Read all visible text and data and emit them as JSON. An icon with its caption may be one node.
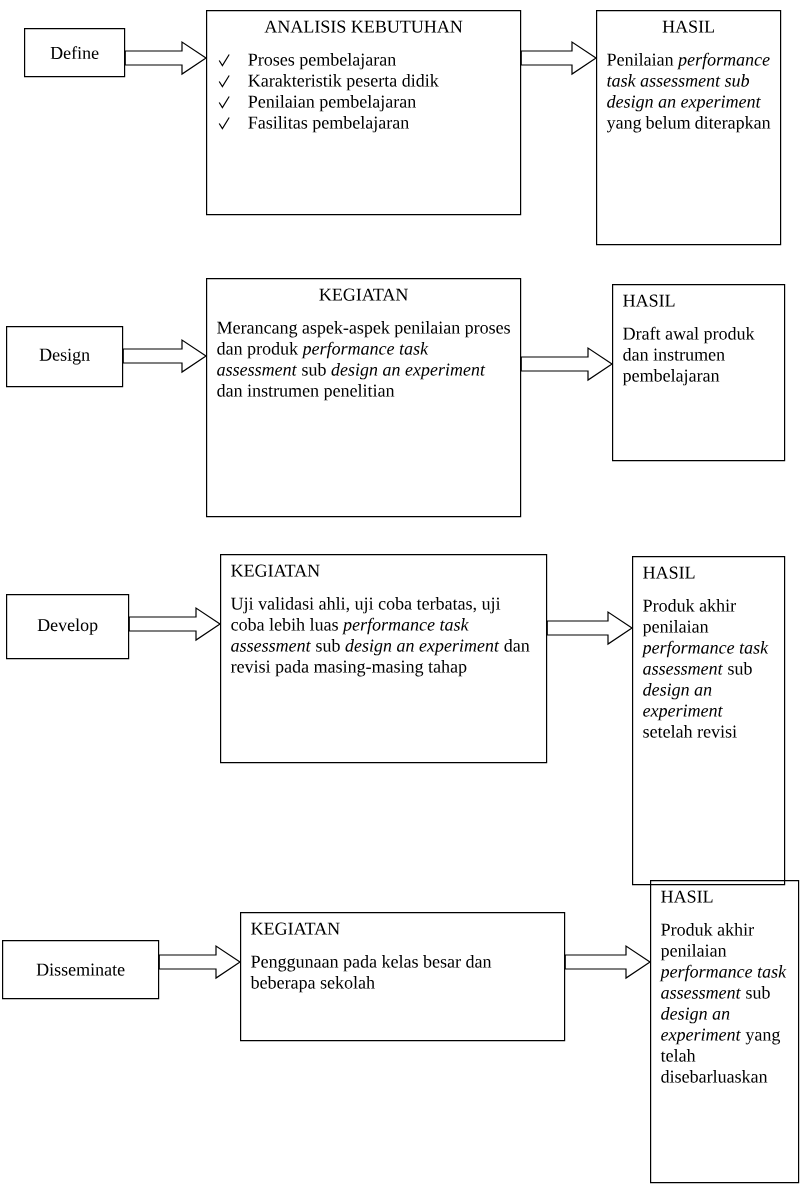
{
  "diagram": {
    "nodes": [
      {
        "text": [
          "Define"
        ]
      },
      {
        "text": [
          "ANALISIS KEBUTUHAN",
          "Proses pembelajaran",
          "Karakteristik peserta didik",
          "Penilaian pembelajaran",
          "Fasilitas pembelajaran"
        ]
      },
      {
        "text": [
          "HASIL",
          "Penilaian *performance task assessment sub design an experiment* yang belum diterapkan"
        ]
      },
      {
        "text": [
          "Design"
        ]
      },
      {
        "text": [
          "KEGIATAN",
          "Merancang aspek-aspek penilaian proses dan produk *performance task assessment* sub *design an experiment* dan instrumen penelitian"
        ]
      },
      {
        "text": [
          "HASIL",
          "Draft awal produk dan instrumen pembelajaran"
        ]
      },
      {
        "text": [
          "Develop"
        ]
      },
      {
        "text": [
          "KEGIATAN",
          "Uji validasi ahli, uji coba terbatas, uji coba lebih luas *performance task assessment* sub *design an experiment* dan revisi pada masing-masing tahap"
        ]
      },
      {
        "text": [
          "HASIL",
          "Produk akhir penilaian *performance task assessment* sub *design an experiment* setelah revisi"
        ]
      },
      {
        "text": [
          "Disseminate"
        ]
      },
      {
        "text": [
          "KEGIATAN",
          "Penggunaan pada kelas besar dan beberapa sekolah"
        ]
      },
      {
        "text": [
          "HASIL",
          "Produk akhir penilaian *performance task assessment* sub *design an experiment* yang telah disebarluaskan"
        ]
      }
    ],
    "edges": [
      {
        "from": 0,
        "to": 1,
        "arrow": "to"
      },
      {
        "from": 1,
        "to": 2,
        "arrow": "to"
      },
      {
        "from": 3,
        "to": 4,
        "arrow": "to"
      },
      {
        "from": 4,
        "to": 5,
        "arrow": "to"
      },
      {
        "from": 6,
        "to": 7,
        "arrow": "to"
      },
      {
        "from": 7,
        "to": 8,
        "arrow": "to"
      },
      {
        "from": 9,
        "to": 10,
        "arrow": "to"
      },
      {
        "from": 10,
        "to": 11,
        "arrow": "to"
      }
    ]
  }
}
